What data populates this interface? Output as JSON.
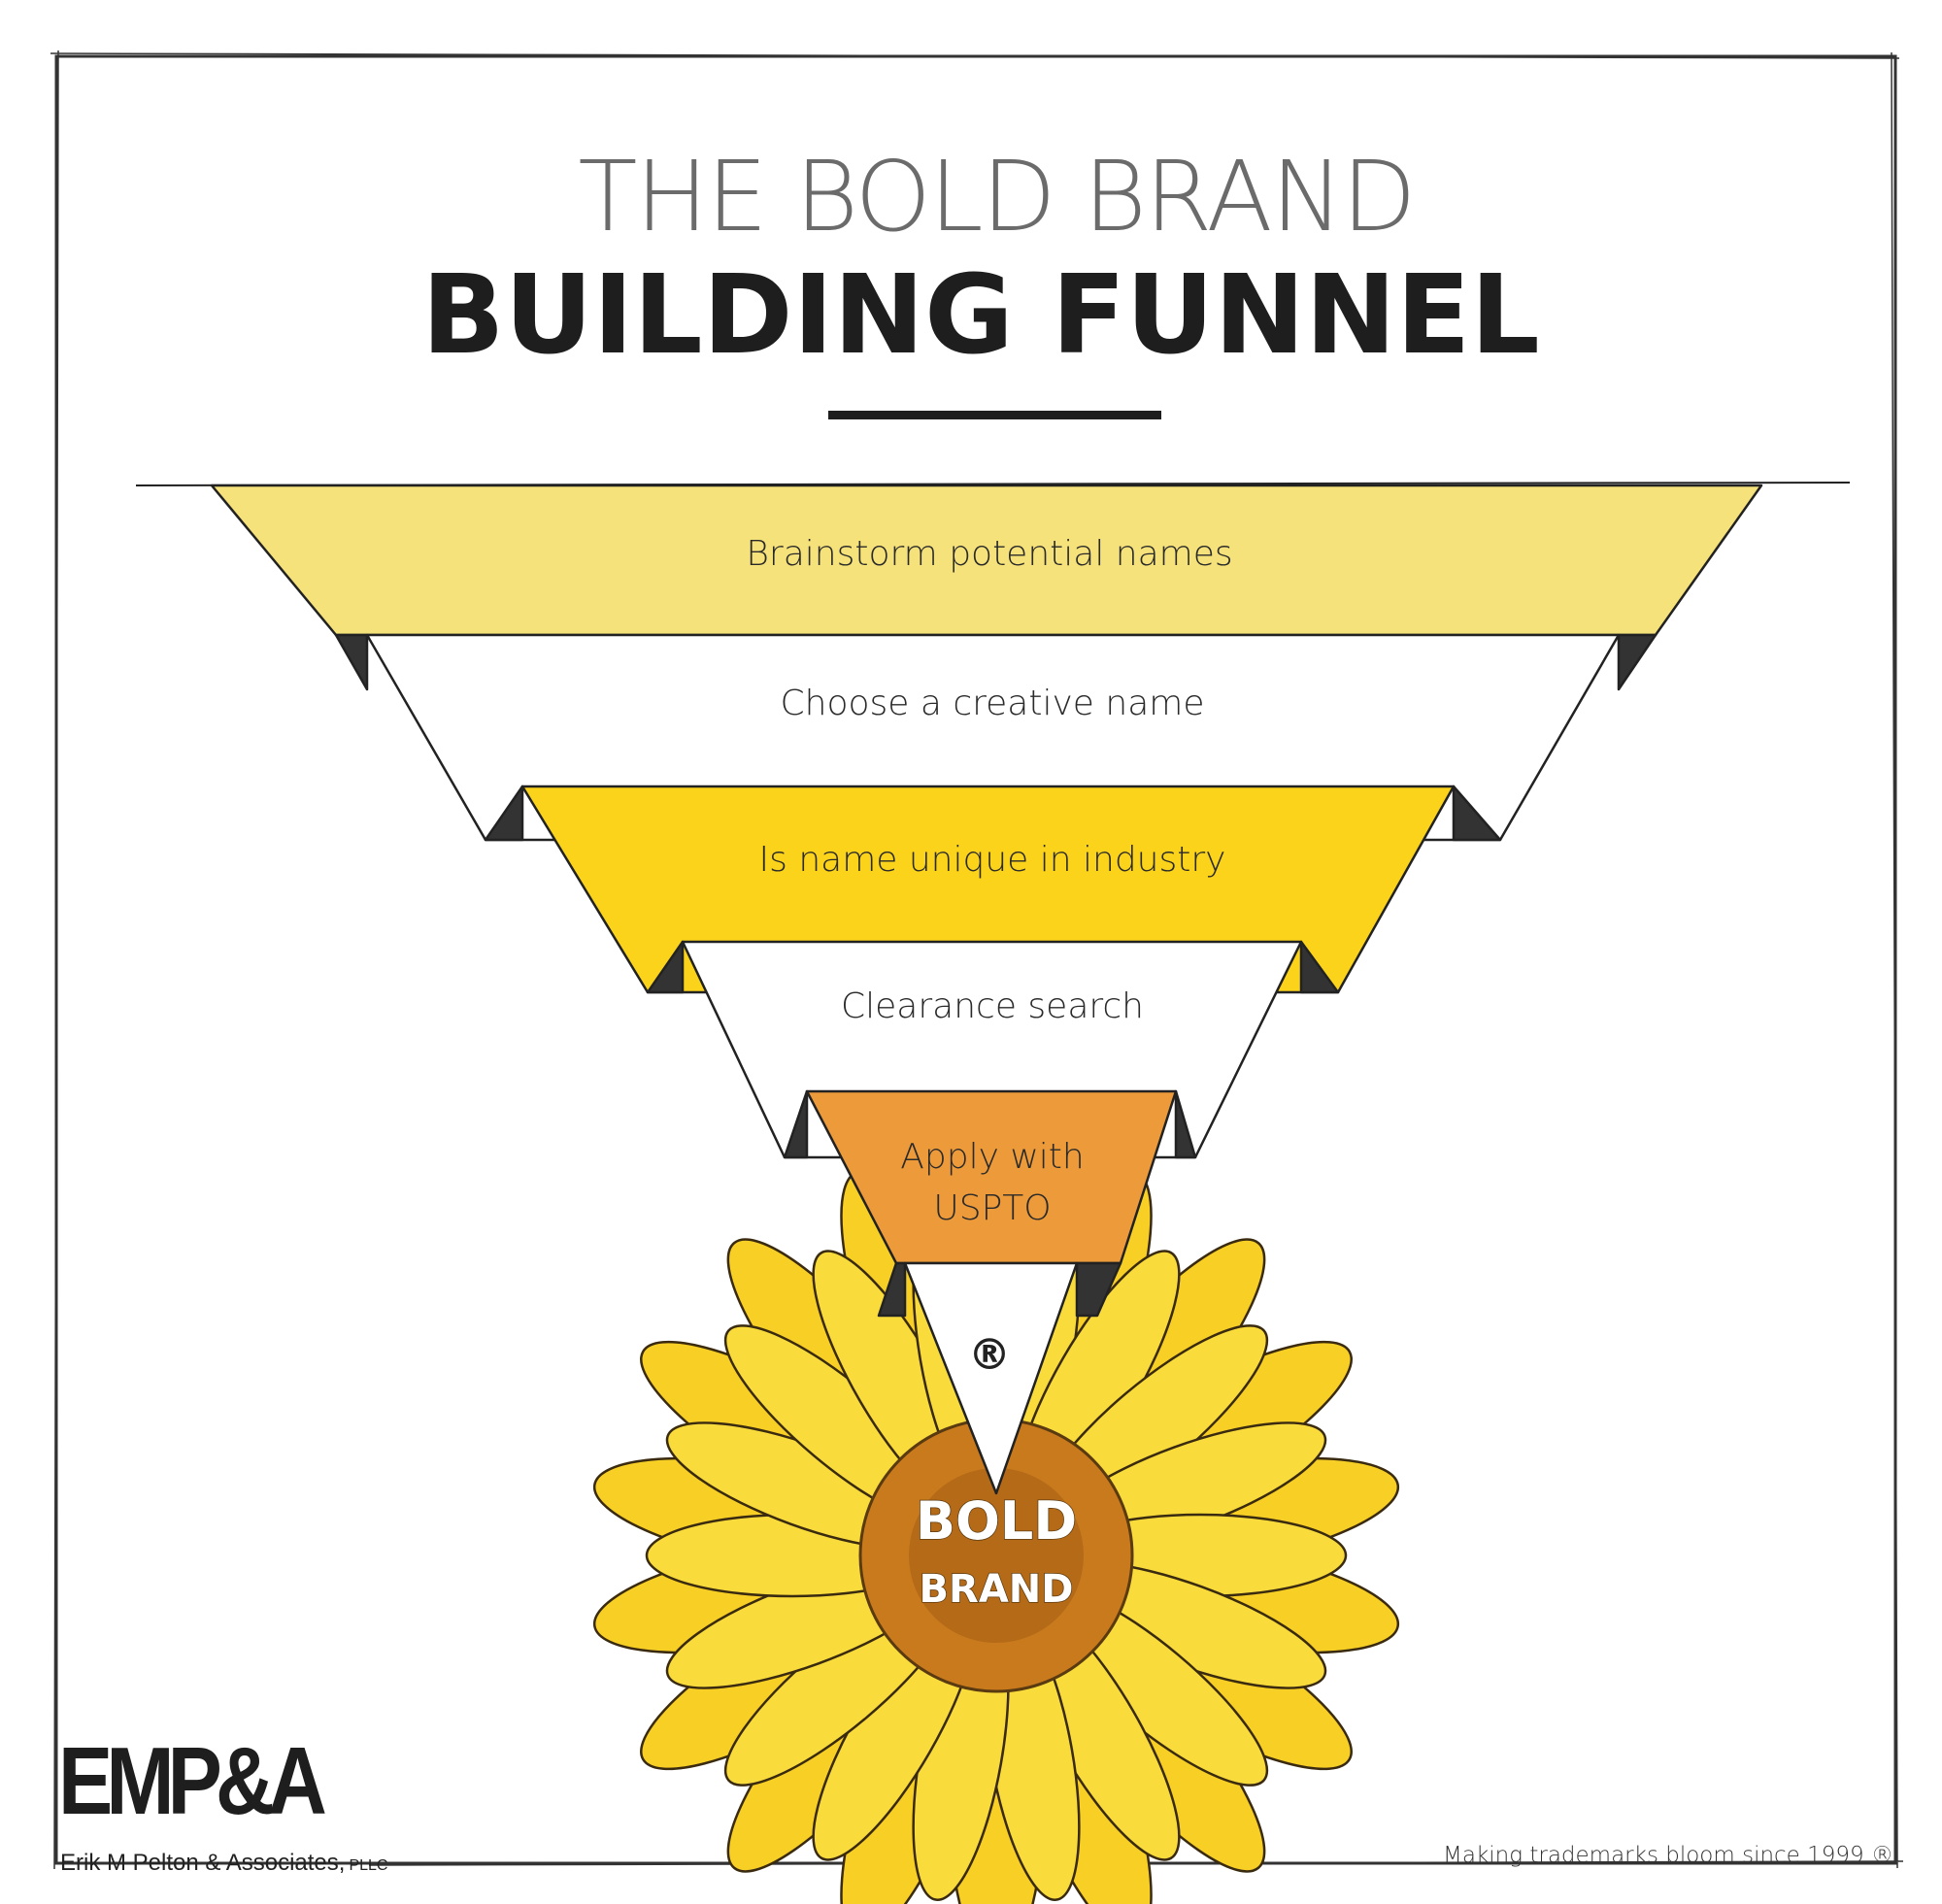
{
  "title": {
    "line1": "THE BOLD BRAND",
    "line2": "BUILDING FUNNEL"
  },
  "funnel": [
    {
      "label": "Brainstorm potential names",
      "color": "#f6e27a"
    },
    {
      "label": "Choose a creative name",
      "color": "#ffffff"
    },
    {
      "label": "Is name unique in industry",
      "color": "#fbd31a"
    },
    {
      "label": "Clearance search",
      "color": "#ffffff"
    },
    {
      "label_line1": "Apply with",
      "label_line2": "USPTO",
      "color": "#ec9a3a"
    },
    {
      "label": "®",
      "color": "#ffffff"
    }
  ],
  "flower": {
    "line1": "BOLD",
    "line2": "BRAND",
    "petal_color": "#f7cf25",
    "center_color": "#c97a1c"
  },
  "logo": {
    "mark": "EMP&A",
    "name": "Erik M Pelton & Associates,",
    "suffix": "PLLC"
  },
  "tagline": "Making trademarks bloom since 1999.®"
}
